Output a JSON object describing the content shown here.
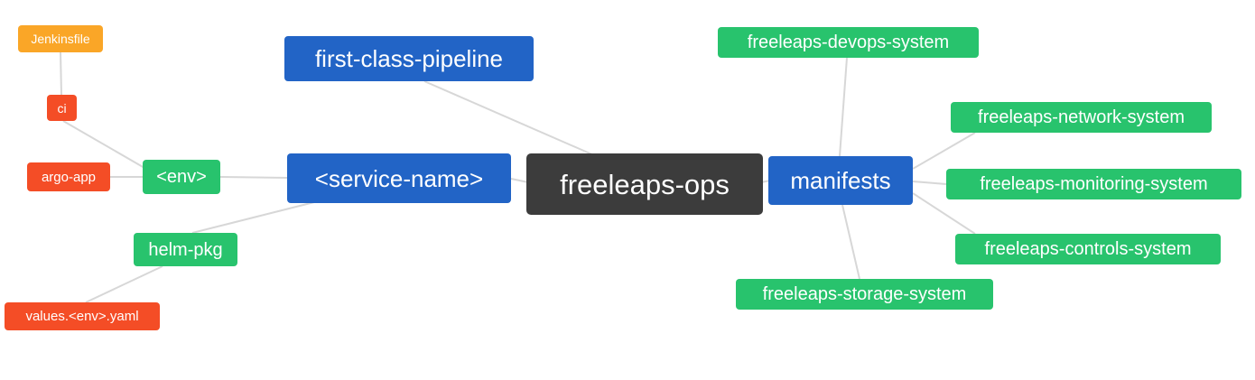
{
  "colors": {
    "root_bg": "#3c3c3c",
    "blue": "#2264c6",
    "green": "#28c36d",
    "red": "#f44d26",
    "orange": "#faa627",
    "edge": "#d7d7d7",
    "text": "#ffffff"
  },
  "nodes": {
    "root": "freeleaps-ops",
    "first_class_pipeline": "first-class-pipeline",
    "service_name": "<service-name>",
    "env": "<env>",
    "ci": "ci",
    "jenkinsfile": "Jenkinsfile",
    "argo_app": "argo-app",
    "helm_pkg": "helm-pkg",
    "values_env_yaml": "values.<env>.yaml",
    "manifests": "manifests",
    "devops_system": "freeleaps-devops-system",
    "network_system": "freeleaps-network-system",
    "monitoring_system": "freeleaps-monitoring-system",
    "controls_system": "freeleaps-controls-system",
    "storage_system": "freeleaps-storage-system"
  },
  "edges": [
    [
      "Jenkinsfile",
      "ci"
    ],
    [
      "ci",
      "<env>"
    ],
    [
      "argo-app",
      "<env>"
    ],
    [
      "<env>",
      "<service-name>"
    ],
    [
      "helm-pkg",
      "<service-name>"
    ],
    [
      "values.<env>.yaml",
      "helm-pkg"
    ],
    [
      "first-class-pipeline",
      "freeleaps-ops"
    ],
    [
      "<service-name>",
      "freeleaps-ops"
    ],
    [
      "freeleaps-ops",
      "manifests"
    ],
    [
      "manifests",
      "freeleaps-devops-system"
    ],
    [
      "manifests",
      "freeleaps-network-system"
    ],
    [
      "manifests",
      "freeleaps-monitoring-system"
    ],
    [
      "manifests",
      "freeleaps-controls-system"
    ],
    [
      "manifests",
      "freeleaps-storage-system"
    ]
  ]
}
